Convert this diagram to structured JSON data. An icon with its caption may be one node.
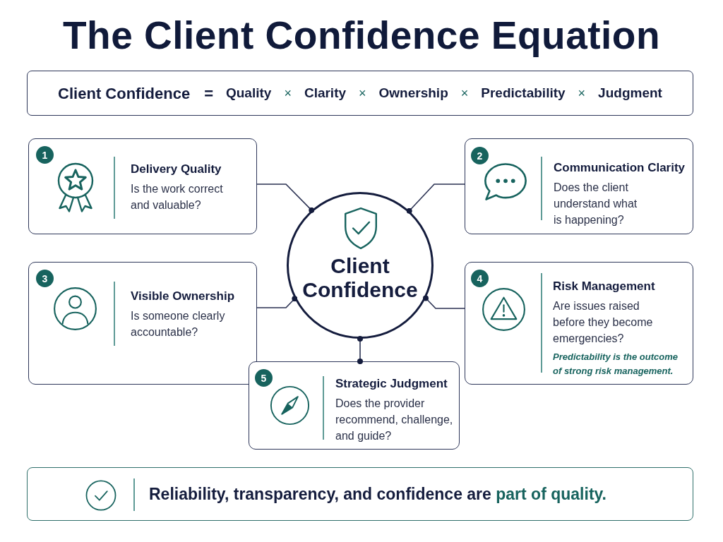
{
  "diagram": {
    "title": "The Client Confidence Equation",
    "nodes": [
      {
        "text": [
          "Client Confidence",
          "=",
          "Quality",
          "×",
          "Clarity",
          "×",
          "Ownership",
          "×",
          "Predictability",
          "×",
          "Judgment"
        ]
      },
      {
        "text": [
          "1",
          "Delivery Quality",
          "Is the work correct and valuable?"
        ]
      },
      {
        "text": [
          "2",
          "Communication Clarity",
          "Does the client understand what is happening?"
        ]
      },
      {
        "text": [
          "Client Confidence"
        ]
      },
      {
        "text": [
          "3",
          "Visible Ownership",
          "Is someone clearly accountable?"
        ]
      },
      {
        "text": [
          "4",
          "Risk Management",
          "Are issues raised before they become emergencies?",
          "Predictability is the outcome of strong risk management."
        ]
      },
      {
        "text": [
          "5",
          "Strategic Judgment",
          "Does the provider recommend, challenge, and guide?"
        ]
      },
      {
        "text": [
          "Reliability, transparency, and confidence are",
          "part of quality."
        ]
      }
    ],
    "edges": [
      {
        "from": 1,
        "to": 3,
        "arrow": "other"
      },
      {
        "from": 2,
        "to": 3,
        "arrow": "other"
      },
      {
        "from": 4,
        "to": 3,
        "arrow": "other"
      },
      {
        "from": 5,
        "to": 3,
        "arrow": "other"
      },
      {
        "from": 6,
        "to": 3,
        "arrow": "other"
      }
    ]
  }
}
